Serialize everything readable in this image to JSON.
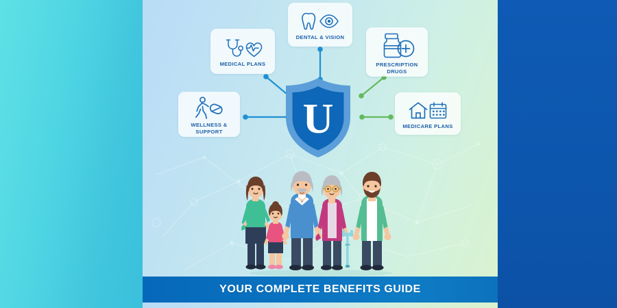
{
  "theme": {
    "left_band_color": "#4fd6e3",
    "right_band_color": "#0d57b0",
    "panel_gradient_start": "#b9dcf7",
    "panel_gradient_end": "#d9f3cf",
    "card_label_color": "#1c5fa8",
    "icon_stroke_color": "#1f6fba",
    "shield_outer_color": "#5b9ed9",
    "shield_inner_color": "#0e67b8",
    "connector_blue": "#1e90d2",
    "connector_green": "#63b95c",
    "banner_color": "#0a72c0",
    "banner_text_color": "#ffffff"
  },
  "hub": {
    "letter": "U",
    "name": "shield-logo"
  },
  "cards": [
    {
      "id": "medical-plans",
      "label": "MEDICAL PLANS",
      "icons": [
        "stethoscope-icon",
        "heart-pulse-icon"
      ],
      "connector": "blue"
    },
    {
      "id": "dental-vision",
      "label": "DENTAL & VISION",
      "icons": [
        "tooth-icon",
        "eye-icon"
      ],
      "connector": "blue"
    },
    {
      "id": "prescription-drugs",
      "label": "PRESCRIPTION\nDRUGS",
      "icons": [
        "pill-bottle-icon",
        "medical-cross-icon"
      ],
      "connector": "green"
    },
    {
      "id": "wellness-support",
      "label": "WELLNESS &\nSUPPORT",
      "icons": [
        "walking-person-icon",
        "capsule-icon"
      ],
      "connector": "blue"
    },
    {
      "id": "medicare-plans",
      "label": "MEDICARE PLANS",
      "icons": [
        "house-icon",
        "calendar-icon"
      ],
      "connector": "green"
    }
  ],
  "illustration": {
    "name": "family-group-illustration",
    "people": [
      {
        "role": "mother",
        "top": "#3fbf96",
        "bottom": "#2f3e58",
        "hair": "#6b3f2a"
      },
      {
        "role": "daughter",
        "top": "#e8537f",
        "bottom": "#2f3e58",
        "hair": "#6b3f2a"
      },
      {
        "role": "grandfather",
        "top": "#4a90cf",
        "bottom": "#3a4a63",
        "hair": "#b9bcc2"
      },
      {
        "role": "grandmother",
        "top": "#c2397e",
        "bottom": "#3a4a63",
        "hair": "#b9bcc2",
        "accessory": "cane-icon"
      },
      {
        "role": "father",
        "top": "#54bd92",
        "bottom": "#3a4a63",
        "hair": "#6b3f2a",
        "accessory": "beard"
      }
    ]
  },
  "banner": {
    "title": "YOUR COMPLETE BENEFITS GUIDE"
  }
}
